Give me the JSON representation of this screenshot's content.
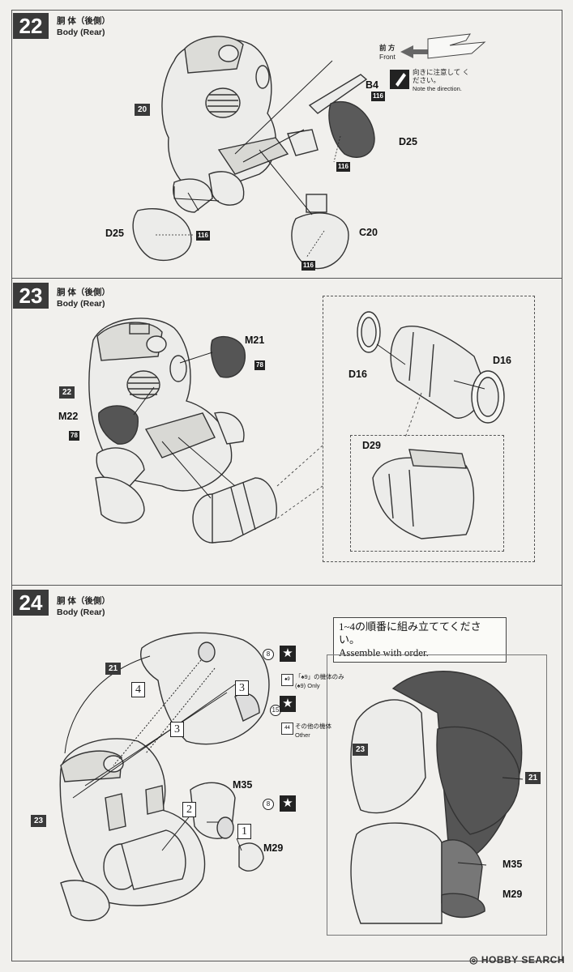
{
  "steps": [
    {
      "number": "22",
      "title_jp": "胴 体（後側）",
      "title_en": "Body (Rear)"
    },
    {
      "number": "23",
      "title_jp": "胴 体（後側）",
      "title_en": "Body (Rear)"
    },
    {
      "number": "24",
      "title_jp": "胴 体（後側）",
      "title_en": "Body (Rear)"
    }
  ],
  "step22": {
    "tag": "20",
    "parts": {
      "b4": "B4",
      "d25_right": "D25",
      "d25_left": "D25",
      "c20": "C20"
    },
    "paint_codes": {
      "b4": "116",
      "d25_right": "116",
      "d25_left": "116",
      "c20": "116"
    },
    "front_jp": "前 方",
    "front_en": "Front",
    "direction_jp": "向きに注意して ください。",
    "direction_en": "Note the direction."
  },
  "step23": {
    "tag": "22",
    "parts": {
      "m21": "M21",
      "m22": "M22",
      "d16_left": "D16",
      "d16_right": "D16",
      "d29": "D29"
    },
    "paint_codes": {
      "m21": "78",
      "m22": "78"
    }
  },
  "step24": {
    "tags": {
      "left_21": "21",
      "left_23": "23",
      "detail_23": "23",
      "detail_21": "21"
    },
    "order_note_jp": "1~4の順番に組み立ててください。",
    "order_note_en": "Assemble with order.",
    "order_nums": {
      "n1": "1",
      "n2": "2",
      "n3a": "3",
      "n3b": "3",
      "n4": "4"
    },
    "parts": {
      "m35": "M35",
      "m29": "M29",
      "detail_m35": "M35",
      "detail_m29": "M29"
    },
    "decal_nums": {
      "top": "8",
      "mid": "8",
      "side": "15"
    },
    "legend": {
      "only_jp": "「♠9」の機体のみ",
      "only_en": "(♠9) Only",
      "other_jp": "その他の機体",
      "other_en": "Other",
      "icon_top": "♠9",
      "icon_bottom": "44"
    },
    "star": "★"
  },
  "watermark": "HOBBY SEARCH"
}
